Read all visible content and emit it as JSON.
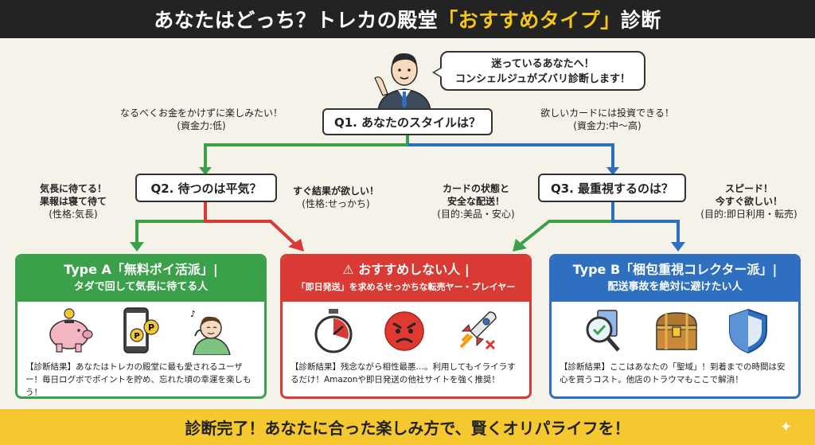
{
  "header": {
    "title_pre": "あなたはどっち？トレカの殿堂",
    "title_highlight": "「おすすめタイプ」",
    "title_post": "診断"
  },
  "speech": {
    "line1": "迷っているあなたへ！",
    "line2": "コンシェルジュがズバリ診断します！"
  },
  "q1": {
    "text": "Q1. あなたのスタイルは？"
  },
  "q1_left": {
    "line1": "なるべくお金をかけずに楽しみたい！",
    "line2": "(資金力:低)"
  },
  "q1_right": {
    "line1": "欲しいカードには投資できる！",
    "line2": "(資金力:中〜高)"
  },
  "q2": {
    "text": "Q2. 待つのは平気？"
  },
  "q2_left": {
    "line1": "気長に待てる！",
    "line2": "果報は寝て待て",
    "line3": "(性格:気長)"
  },
  "q2_right": {
    "line1": "すぐ結果が欲しい！",
    "line2": "(性格:せっかち)"
  },
  "q3": {
    "text": "Q3. 最重視するのは？"
  },
  "q3_left": {
    "line1": "カードの状態と",
    "line2": "安全な配送！",
    "line3": "(目的:美品・安心)"
  },
  "q3_right": {
    "line1": "スピード！",
    "line2": "今すぐ欲しい！",
    "line3": "(目的:即日利用・転売)"
  },
  "card_a": {
    "title": "Type A「無料ポイ活派」|",
    "subtitle": "タダで回して気長に待てる人",
    "result": "【診断結果】あなたはトレカの殿堂に最も愛されるユーザー！毎日ログボでポイントを貯め、忘れた頃の幸運を楽しもう！"
  },
  "card_x": {
    "title": "⚠ おすすめしない人 |",
    "subtitle": "「即日発送」を求めるせっかちな転売ヤー・プレイヤー",
    "result": "【診断結果】残念ながら相性最悪…。利用してもイライラするだけ！Amazonや即日発送の他社サイトを強く推奨！"
  },
  "card_b": {
    "title": "Type B「梱包重視コレクター派」|",
    "subtitle": "配送事故を絶対に避けたい人",
    "result": "【診断結果】ここはあなたの「聖域」！到着までの時間は安心を買うコスト。他店のトラウマもここで解消！"
  },
  "footer": {
    "text": "診断完了！あなたに合った楽しみ方で、賢くオリパライフを！"
  },
  "colors": {
    "green": "#3aa14a",
    "red": "#d93a33",
    "blue": "#2f6fbf",
    "yellow": "#f6c830",
    "dark": "#232323"
  },
  "icons": [
    "piggy-bank-icon",
    "phone-points-icon",
    "relaxing-person-icon",
    "stopwatch-icon",
    "angry-face-icon",
    "crashing-rocket-icon",
    "magnifier-card-icon",
    "treasure-chest-icon",
    "shield-icon",
    "sparkle-icon",
    "concierge-icon"
  ]
}
